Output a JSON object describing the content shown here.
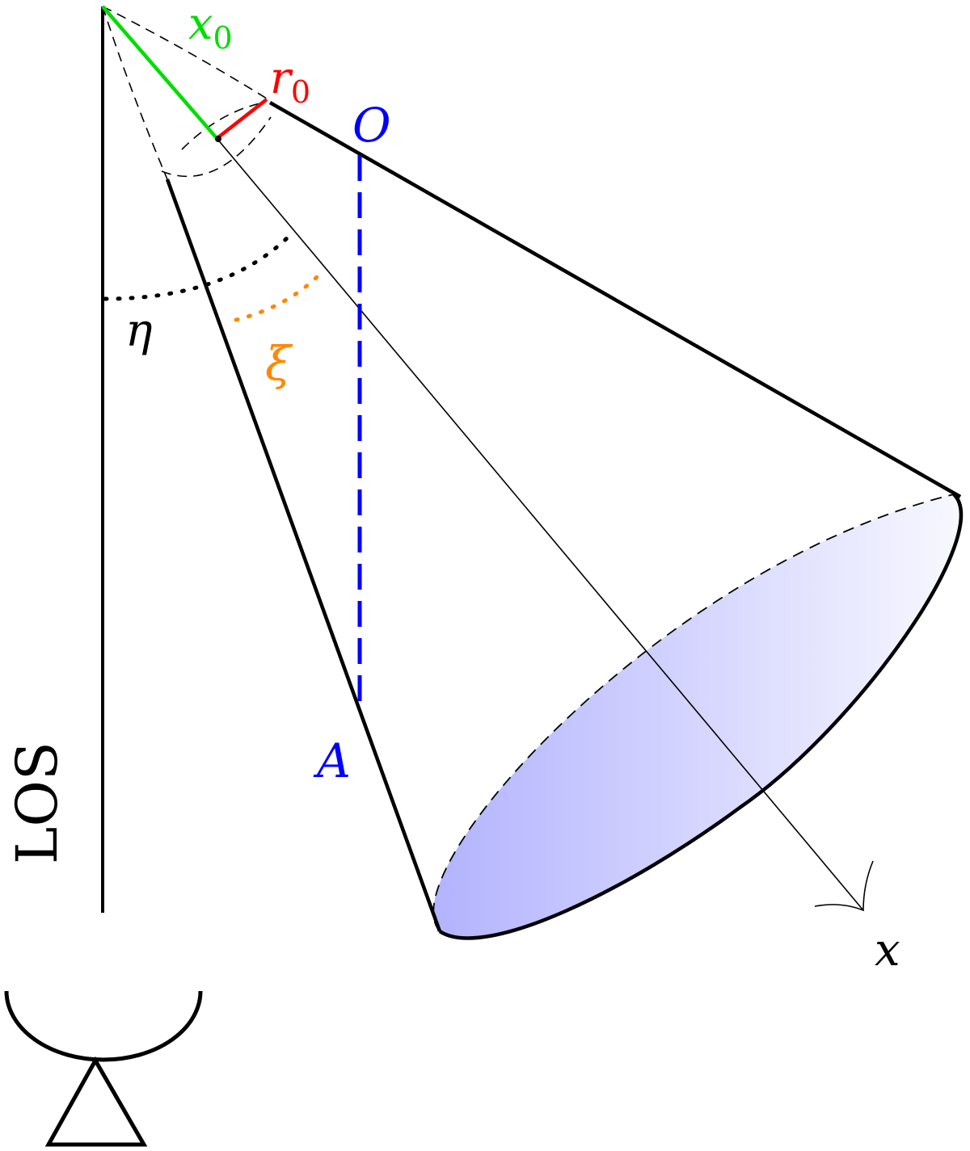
{
  "labels": {
    "x0": {
      "base": "x",
      "sub": "0"
    },
    "r0": {
      "base": "r",
      "sub": "0"
    },
    "O": "O",
    "A": "A",
    "eta": "η",
    "xi": "ξ",
    "x_axis": "x",
    "los": "LOS"
  },
  "colors": {
    "x0": "#00dd00",
    "r0": "#ff0000",
    "O_A": "#0000ff",
    "xi": "#ff8800",
    "ink": "#000000",
    "cone_fill_start": "#b3b3ff",
    "cone_fill_end": "#f8f8ff"
  }
}
